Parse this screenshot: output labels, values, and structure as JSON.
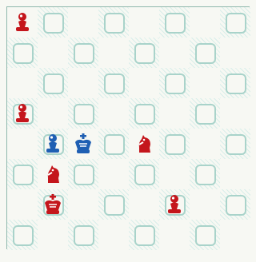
{
  "board": {
    "size": 8,
    "colors": {
      "red": "#c4161c",
      "blue": "#1f5fb3"
    },
    "pieces": [
      {
        "type": "pawn",
        "color": "red",
        "square": "a8"
      },
      {
        "type": "pawn",
        "color": "red",
        "square": "a5"
      },
      {
        "type": "pawn",
        "color": "blue",
        "square": "b4"
      },
      {
        "type": "king",
        "color": "blue",
        "square": "c4"
      },
      {
        "type": "knight",
        "color": "red",
        "square": "e4"
      },
      {
        "type": "knight",
        "color": "red",
        "square": "b3"
      },
      {
        "type": "king",
        "color": "red",
        "square": "b2"
      },
      {
        "type": "pawn",
        "color": "red",
        "square": "f2"
      }
    ]
  }
}
